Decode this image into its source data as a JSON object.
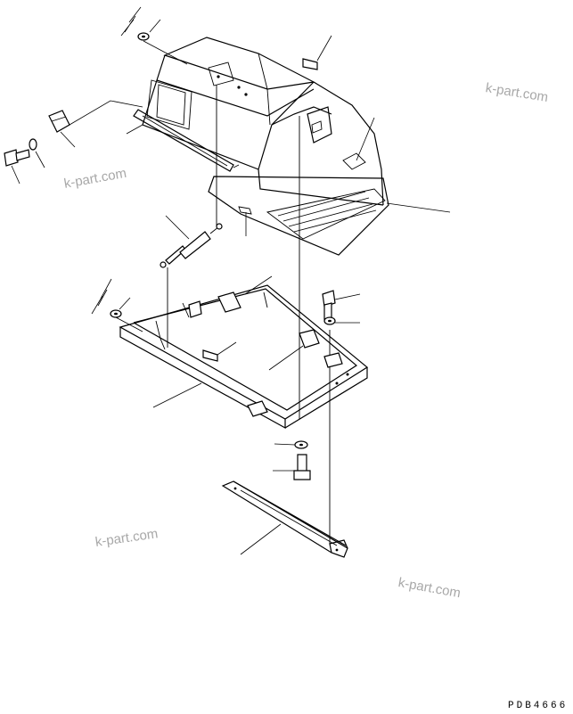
{
  "watermarks": [
    "k-part.com",
    "k-part.com",
    "k-part.com",
    "k-part.com"
  ],
  "diagram_id": "PDB4666"
}
